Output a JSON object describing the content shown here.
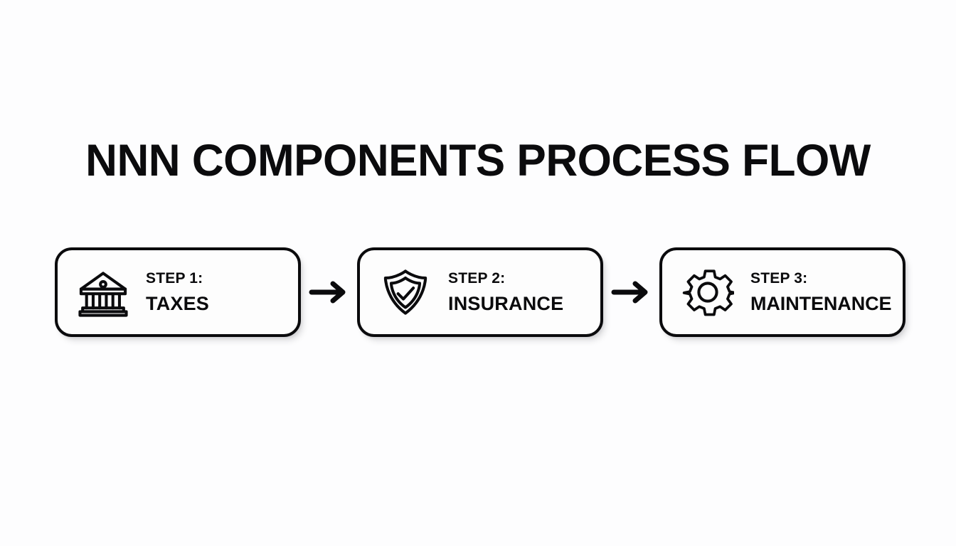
{
  "page": {
    "title": "NNN COMPONENTS PROCESS FLOW",
    "background_color": "#fdfdfe",
    "ink_color": "#0b0b0d"
  },
  "flow": {
    "arrow_glyph": "→",
    "arrow_name": "arrow-right-icon",
    "steps": [
      {
        "kicker": "STEP 1:",
        "label": "TAXES",
        "icon": "bank-icon"
      },
      {
        "kicker": "STEP 2:",
        "label": "INSURANCE",
        "icon": "shield-check-icon"
      },
      {
        "kicker": "STEP 3:",
        "label": "MAINTENANCE",
        "icon": "gear-icon"
      }
    ]
  }
}
